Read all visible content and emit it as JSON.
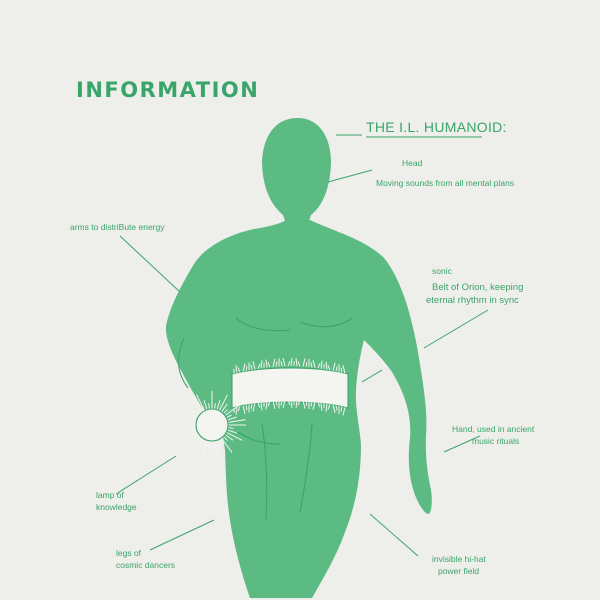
{
  "colors": {
    "ink": "#3aa56a",
    "figure": "#5cba83",
    "paper": "#eeeeeb",
    "glow": "#f4f4f0"
  },
  "header": {
    "title": "INFORMATION",
    "subtitle": "THE I.L. HUMANOID:"
  },
  "labels": {
    "head_title": "Head",
    "head_desc": "Moving sounds from all mental plans",
    "arms": "arms to distriBute energy",
    "belt_title": "sonic",
    "belt_line1": "Belt of Orion, keeping",
    "belt_line2": "eternal rhythm in sync",
    "hand_line1": "Hand, used in ancient",
    "hand_line2": "music  rituals",
    "lamp_line1": "lamp  of",
    "lamp_line2": "knowledge",
    "legs_line1": "legs of",
    "legs_line2": "cosmic dancers",
    "hihat_line1": "invisible hi-hat",
    "hihat_line2": "power    field"
  },
  "icons": {
    "figure": "humanoid-figure-icon",
    "lamp": "glowing-lamp-icon",
    "belt": "sonic-belt-icon"
  }
}
